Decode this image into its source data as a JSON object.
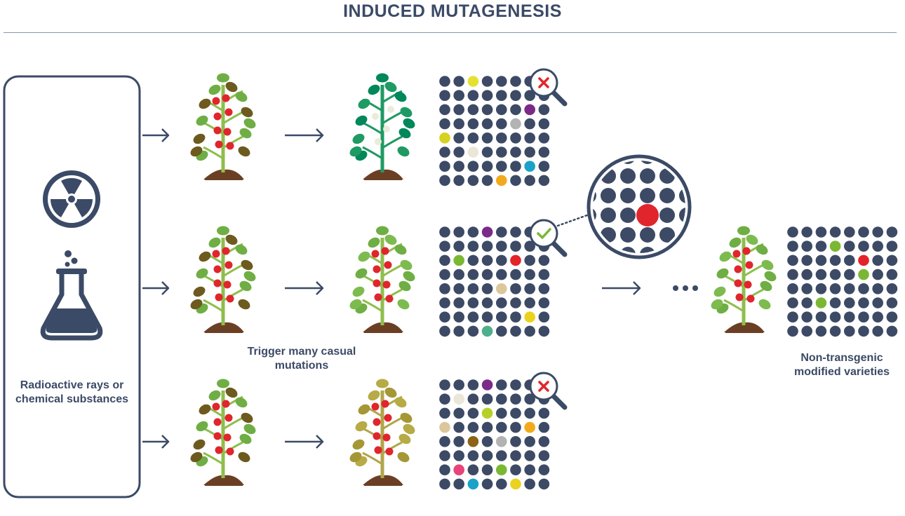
{
  "title": "INDUCED MUTAGENESIS",
  "labels": {
    "source": "Radioactive rays or chemical substances",
    "mutations": "Trigger many casual mutations",
    "result": "Non-transgenic modified varieties"
  },
  "icons": {
    "radiation": "radiation-icon",
    "flask": "chemical-flask-icon",
    "magnifier": "magnifier-icon",
    "reject": "cross-mark-icon",
    "accept": "check-mark-icon"
  },
  "colors": {
    "navy": "#3b4a66",
    "dot": "#3d4a66",
    "leaf": "#6fae44",
    "leafDark": "#00875a",
    "leafYellow": "#b6ab45",
    "leafBrown": "#6d5a1e",
    "stem": "#8fbe4d",
    "tomato": "#e0252c",
    "soil": "#6b3f24",
    "reject": "#e2262c",
    "accept": "#7ab833"
  },
  "rows": [
    {
      "result_plant": "green",
      "screen": "reject",
      "grid_highlights": [
        {
          "r": 0,
          "c": 2,
          "color": "#e4e132"
        },
        {
          "r": 2,
          "c": 6,
          "color": "#7b2a8a"
        },
        {
          "r": 3,
          "c": 5,
          "color": "#b3b3b3"
        },
        {
          "r": 4,
          "c": 0,
          "color": "#d6d21f"
        },
        {
          "r": 5,
          "c": 2,
          "color": "#eae6d8"
        },
        {
          "r": 6,
          "c": 6,
          "color": "#1aa2c8"
        },
        {
          "r": 7,
          "c": 4,
          "color": "#f2aa1c"
        }
      ]
    },
    {
      "result_plant": "tomato",
      "screen": "accept",
      "grid_highlights": [
        {
          "r": 0,
          "c": 3,
          "color": "#7b2a8a"
        },
        {
          "r": 2,
          "c": 1,
          "color": "#7ab833"
        },
        {
          "r": 2,
          "c": 5,
          "color": "#e3232a"
        },
        {
          "r": 4,
          "c": 4,
          "color": "#dcc69c"
        },
        {
          "r": 6,
          "c": 6,
          "color": "#ead21e"
        },
        {
          "r": 7,
          "c": 3,
          "color": "#4fae8c"
        }
      ]
    },
    {
      "result_plant": "yellow",
      "screen": "reject",
      "grid_highlights": [
        {
          "r": 0,
          "c": 3,
          "color": "#7b2a8a"
        },
        {
          "r": 1,
          "c": 1,
          "color": "#eae6d8"
        },
        {
          "r": 2,
          "c": 3,
          "color": "#b6d02a"
        },
        {
          "r": 3,
          "c": 0,
          "color": "#dcc69c"
        },
        {
          "r": 3,
          "c": 6,
          "color": "#f2aa1c"
        },
        {
          "r": 4,
          "c": 2,
          "color": "#8c6218"
        },
        {
          "r": 4,
          "c": 4,
          "color": "#b3b3b3"
        },
        {
          "r": 6,
          "c": 1,
          "color": "#e8447a"
        },
        {
          "r": 6,
          "c": 4,
          "color": "#7ab833"
        },
        {
          "r": 7,
          "c": 2,
          "color": "#1aa2c8"
        },
        {
          "r": 7,
          "c": 5,
          "color": "#ead21e"
        }
      ]
    }
  ],
  "final_grid_highlights": [
    {
      "r": 1,
      "c": 3,
      "color": "#7ab833"
    },
    {
      "r": 2,
      "c": 5,
      "color": "#e3232a"
    },
    {
      "r": 3,
      "c": 5,
      "color": "#7ab833"
    },
    {
      "r": 5,
      "c": 2,
      "color": "#7ab833"
    }
  ]
}
